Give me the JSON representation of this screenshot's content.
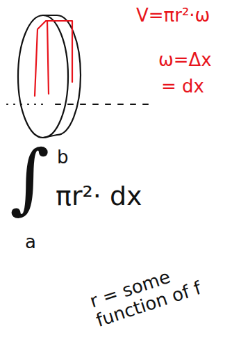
{
  "diagram": {
    "labels": [
      "V=πr²·ω",
      "ω=Δx",
      "= dx",
      "∫",
      "b",
      "a",
      "πr²· dx",
      "r = some function of f"
    ]
  }
}
